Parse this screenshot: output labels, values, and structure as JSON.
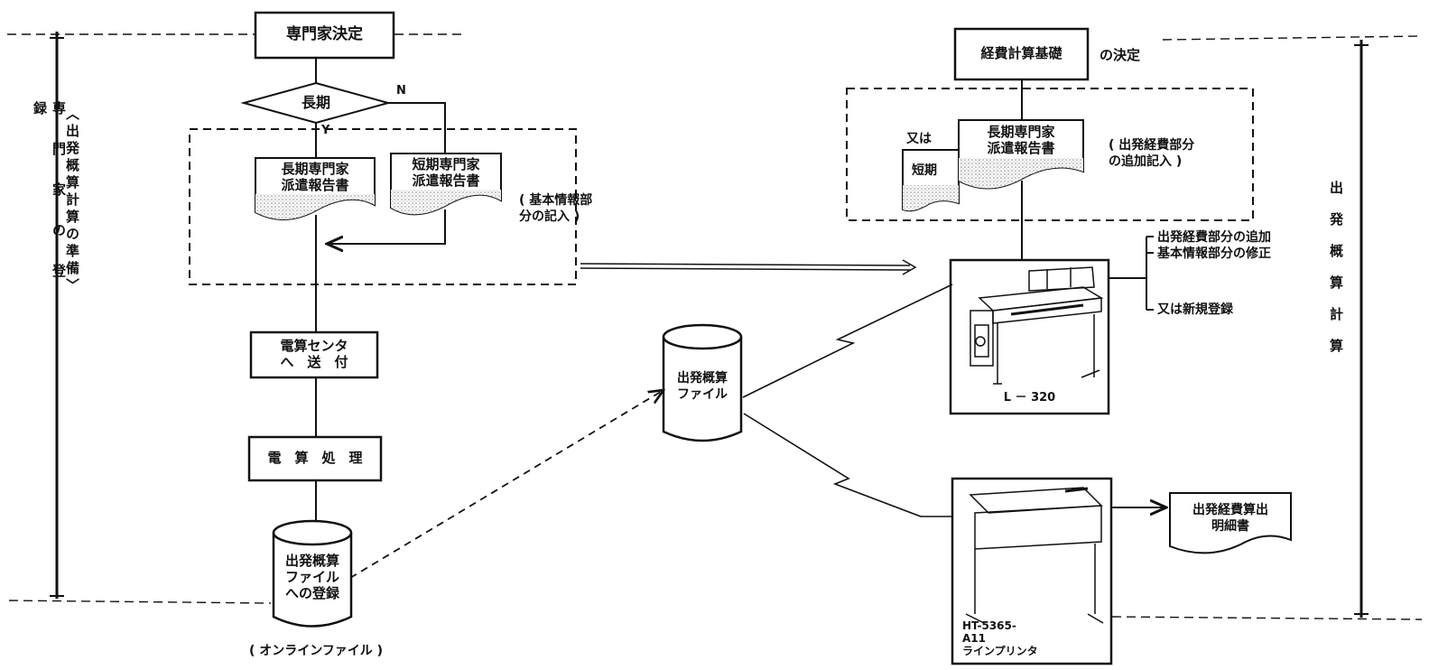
{
  "left": {
    "start": "専門家決定",
    "decision": "長期",
    "decision_yes": "Y",
    "decision_no": "N",
    "doc_long": "長期専門家\n派遣報告書",
    "doc_short": "短期専門家\n派遣報告書",
    "note_basic": "( 基本情報部\n分の記入 )",
    "send": "電算センタ\nへ　送　付",
    "process": "電　算　処　理",
    "register": "出発概算\nファイル\nへの登録",
    "online_file": "( オンラインファイル )"
  },
  "left_vertical": {
    "col1": "〈出発概算計算の準備〉",
    "col2": "専門家の登録"
  },
  "middle": {
    "file": "出発概算\nファイル"
  },
  "right": {
    "basis_box": "経費計算基礎",
    "basis_suffix": "の決定",
    "or_label": "又は",
    "short_label": "短期",
    "doc_long": "長期専門家\n派遣報告書",
    "note_add": "( 出発経費部分\nの追加記入 )",
    "ops": [
      "出発経費部分の追加",
      "基本情報部分の修正",
      "又は新規登録"
    ],
    "terminal": "L － 320",
    "printer": "HT-5365-\nA11\nラインプリンタ",
    "output_doc": "出発経費算出\n明細書"
  },
  "right_vertical": {
    "col": "出発概算計算"
  }
}
